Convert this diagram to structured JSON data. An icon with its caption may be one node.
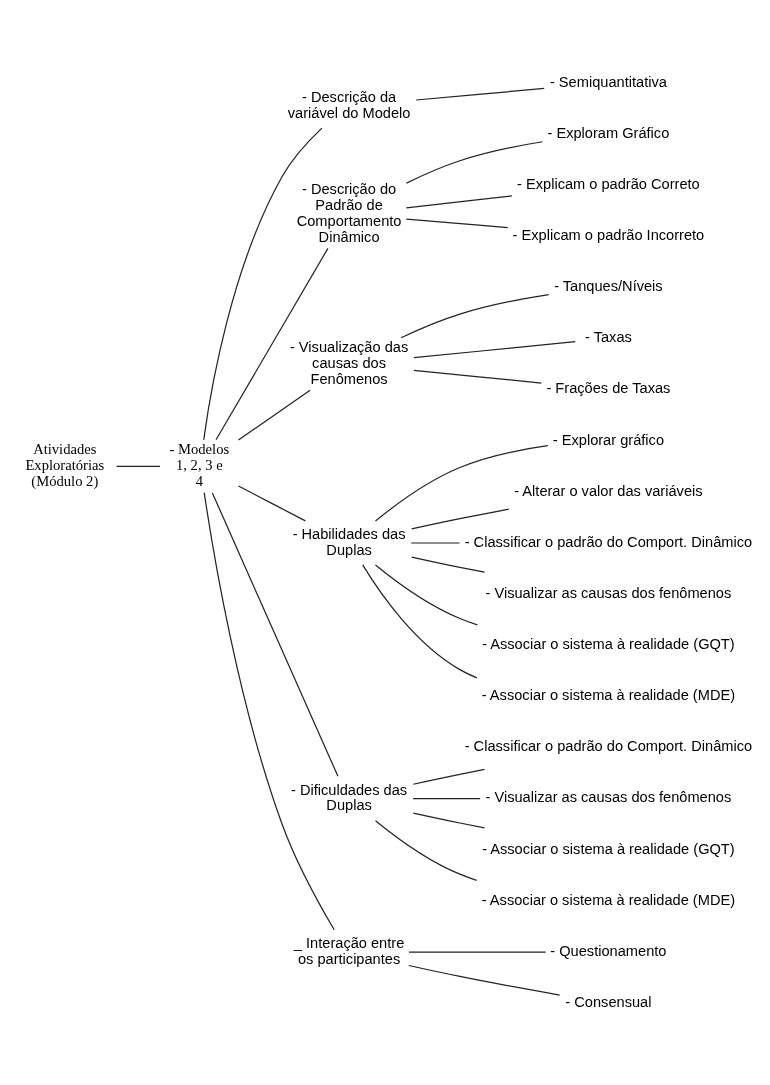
{
  "diagram": {
    "nodes": [
      {
        "text": [
          "Atividades Exploratórias (Módulo 2)"
        ]
      },
      {
        "text": [
          "- Modelos 1, 2, 3 e 4"
        ]
      },
      {
        "text": [
          "- Descrição da variável do Modelo"
        ]
      },
      {
        "text": [
          "- Semiquantitativa"
        ]
      },
      {
        "text": [
          "- Descrição do Padrão de Comportamento Dinâmico"
        ]
      },
      {
        "text": [
          "- Exploram Gráfico"
        ]
      },
      {
        "text": [
          "- Explicam o padrão Correto"
        ]
      },
      {
        "text": [
          "- Explicam o padrão Incorreto"
        ]
      },
      {
        "text": [
          "- Visualização das causas dos Fenômenos"
        ]
      },
      {
        "text": [
          "- Tanques/Níveis"
        ]
      },
      {
        "text": [
          "- Taxas"
        ]
      },
      {
        "text": [
          "- Frações de Taxas"
        ]
      },
      {
        "text": [
          "- Habilidades das Duplas"
        ]
      },
      {
        "text": [
          "- Explorar gráfico"
        ]
      },
      {
        "text": [
          "- Alterar o valor das variáveis"
        ]
      },
      {
        "text": [
          "- Classificar o padrão do Comport. Dinâmico"
        ]
      },
      {
        "text": [
          "- Visualizar as causas dos fenômenos"
        ]
      },
      {
        "text": [
          "- Associar o sistema à realidade (GQT)"
        ]
      },
      {
        "text": [
          "- Associar o sistema à realidade (MDE)"
        ]
      },
      {
        "text": [
          "- Dificuldades das Duplas"
        ]
      },
      {
        "text": [
          "- Classificar o padrão do Comport. Dinâmico"
        ]
      },
      {
        "text": [
          "- Visualizar as causas dos fenômenos"
        ]
      },
      {
        "text": [
          "- Associar o sistema à realidade (GQT)"
        ]
      },
      {
        "text": [
          "- Associar o sistema à realidade (MDE)"
        ]
      },
      {
        "text": [
          "_ Interação entre os participantes"
        ]
      },
      {
        "text": [
          "- Questionamento"
        ]
      },
      {
        "text": [
          "- Consensual"
        ]
      }
    ],
    "edges": [
      {
        "from": 0,
        "to": 1,
        "arrow": "none"
      },
      {
        "from": 1,
        "to": 2,
        "arrow": "none"
      },
      {
        "from": 1,
        "to": 4,
        "arrow": "none"
      },
      {
        "from": 1,
        "to": 8,
        "arrow": "none"
      },
      {
        "from": 1,
        "to": 12,
        "arrow": "none"
      },
      {
        "from": 1,
        "to": 19,
        "arrow": "none"
      },
      {
        "from": 1,
        "to": 24,
        "arrow": "none"
      },
      {
        "from": 2,
        "to": 3,
        "arrow": "none"
      },
      {
        "from": 4,
        "to": 5,
        "arrow": "none"
      },
      {
        "from": 4,
        "to": 6,
        "arrow": "none"
      },
      {
        "from": 4,
        "to": 7,
        "arrow": "none"
      },
      {
        "from": 8,
        "to": 9,
        "arrow": "none"
      },
      {
        "from": 8,
        "to": 10,
        "arrow": "none"
      },
      {
        "from": 8,
        "to": 11,
        "arrow": "none"
      },
      {
        "from": 12,
        "to": 13,
        "arrow": "none"
      },
      {
        "from": 12,
        "to": 14,
        "arrow": "none"
      },
      {
        "from": 12,
        "to": 15,
        "arrow": "none"
      },
      {
        "from": 12,
        "to": 16,
        "arrow": "none"
      },
      {
        "from": 12,
        "to": 17,
        "arrow": "none"
      },
      {
        "from": 12,
        "to": 18,
        "arrow": "none"
      },
      {
        "from": 19,
        "to": 20,
        "arrow": "none"
      },
      {
        "from": 19,
        "to": 21,
        "arrow": "none"
      },
      {
        "from": 19,
        "to": 22,
        "arrow": "none"
      },
      {
        "from": 19,
        "to": 23,
        "arrow": "none"
      },
      {
        "from": 24,
        "to": 25,
        "arrow": "none"
      },
      {
        "from": 24,
        "to": 26,
        "arrow": "none"
      }
    ]
  }
}
